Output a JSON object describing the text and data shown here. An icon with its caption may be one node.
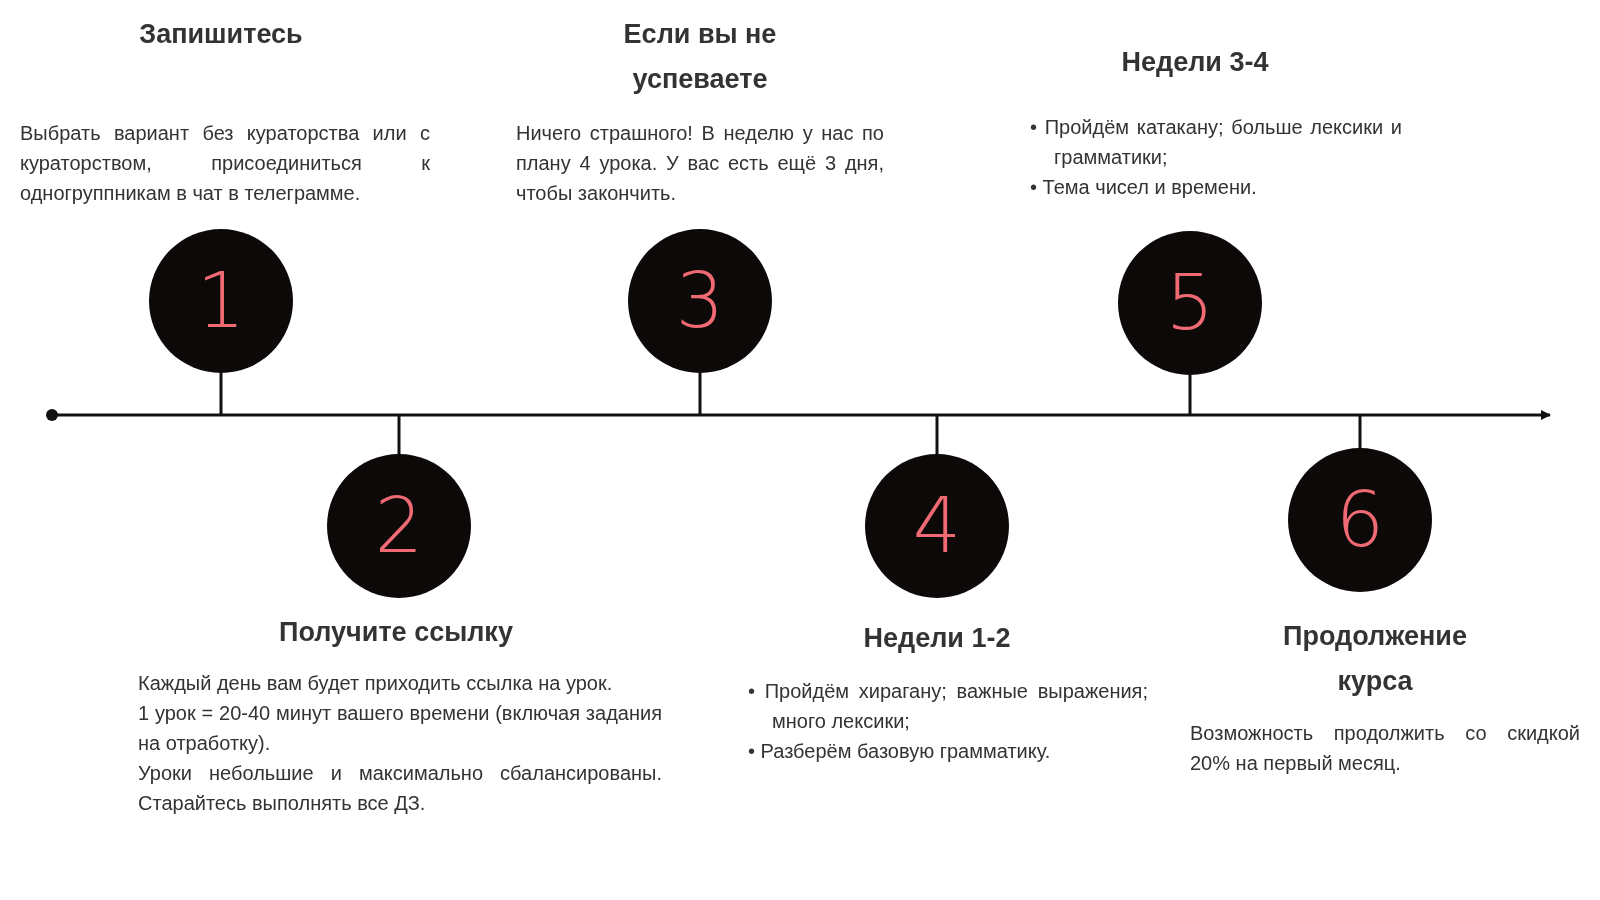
{
  "diagram": {
    "nodes": [
      {
        "text": [
          "1"
        ],
        "beside": [
          "Запишитесь",
          "Выбрать вариант без кураторства или с кураторством, присоединиться к одногруппникам в чат в телеграмме."
        ]
      },
      {
        "text": [
          "2"
        ],
        "beside": [
          "Получите ссылку",
          "Каждый день вам будет приходить ссылка на урок.",
          "1 урок = 20-40 минут вашего времени (включая задания на отработку).",
          "Уроки небольшие и максимально сбалансированы. Старайтесь выполнять все ДЗ."
        ]
      },
      {
        "text": [
          "3"
        ],
        "beside": [
          "Если вы не успеваете",
          "Ничего страшного! В неделю у нас по плану 4 урока. У вас есть ещё 3 дня, чтобы закончить."
        ]
      },
      {
        "text": [
          "4"
        ],
        "beside": [
          "Недели 1-2",
          "• Пройдём хирагану; важные выражения; много лексики;",
          "• Разберём базовую грамматику."
        ]
      },
      {
        "text": [
          "5"
        ],
        "beside": [
          "Недели 3-4",
          "• Пройдём катакану; больше лексики и грамматики;",
          "• Тема чисел и времени."
        ]
      },
      {
        "text": [
          "6"
        ],
        "beside": [
          "Продолжение курса",
          "Возможность продолжить со скидкой 20% на первый месяц."
        ]
      },
      {
        "text": [],
        "shape": "line"
      }
    ],
    "edges": [
      {
        "from": 0,
        "to": 6,
        "arrow": "none"
      },
      {
        "from": 1,
        "to": 6,
        "arrow": "none"
      },
      {
        "from": 2,
        "to": 6,
        "arrow": "none"
      },
      {
        "from": 3,
        "to": 6,
        "arrow": "none"
      },
      {
        "from": 4,
        "to": 6,
        "arrow": "none"
      },
      {
        "from": 5,
        "to": 6,
        "arrow": "none"
      }
    ]
  }
}
